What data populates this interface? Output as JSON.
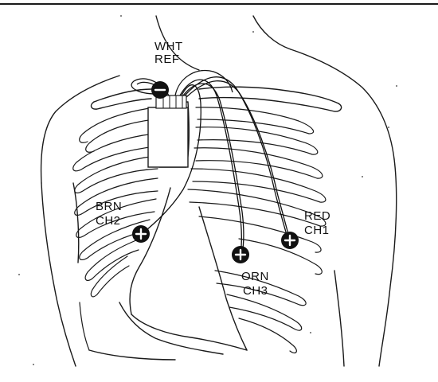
{
  "diagram": {
    "electrodes": [
      {
        "id": "wht-ref",
        "color_line": "WHT",
        "channel_line": "REF",
        "polarity": "-"
      },
      {
        "id": "brn-ch2",
        "color_line": "BRN",
        "channel_line": "CH2",
        "polarity": "+"
      },
      {
        "id": "orn-ch3",
        "color_line": "ORN",
        "channel_line": "CH3",
        "polarity": "+"
      },
      {
        "id": "red-ch1",
        "color_line": "RED",
        "channel_line": "CH1",
        "polarity": "+"
      }
    ],
    "colors": {
      "ink": "#111111",
      "background": "#ffffff"
    }
  }
}
